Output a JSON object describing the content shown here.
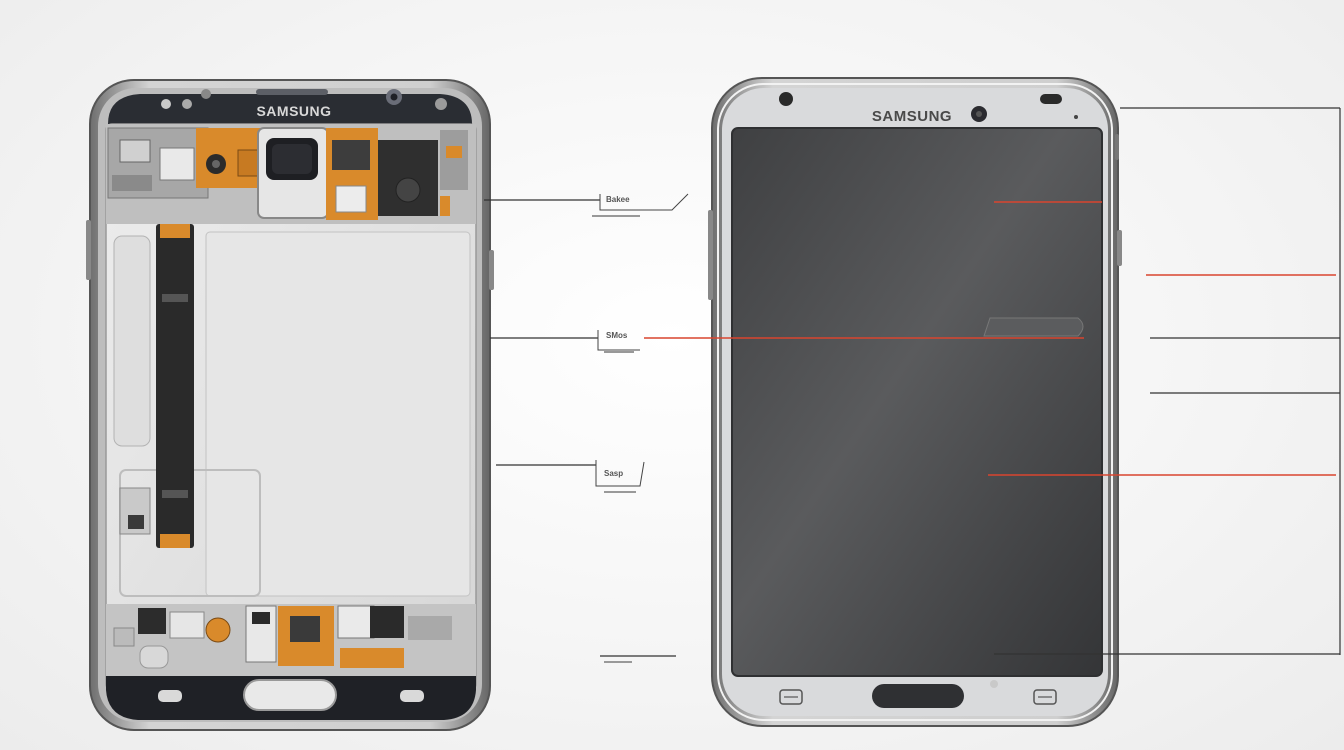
{
  "left_phone": {
    "brand": "SAMSUNG",
    "colors": {
      "chassis": "#e3e3e3",
      "frame": "#8c8c8c",
      "bezel": "#2a2d33",
      "flex": "#d98a2b",
      "board": "#3a3a3a"
    }
  },
  "right_phone": {
    "brand": "SAMSUNG",
    "colors": {
      "body": "#d9dadc",
      "frame": "#7d7d7d",
      "screen": "#4a4b4d",
      "screen_edge": "#2f3032"
    }
  },
  "callouts": {
    "label_1": "Bakee",
    "label_2": "SMos",
    "label_3": "Sasp"
  },
  "accent_color": "#d9452f"
}
